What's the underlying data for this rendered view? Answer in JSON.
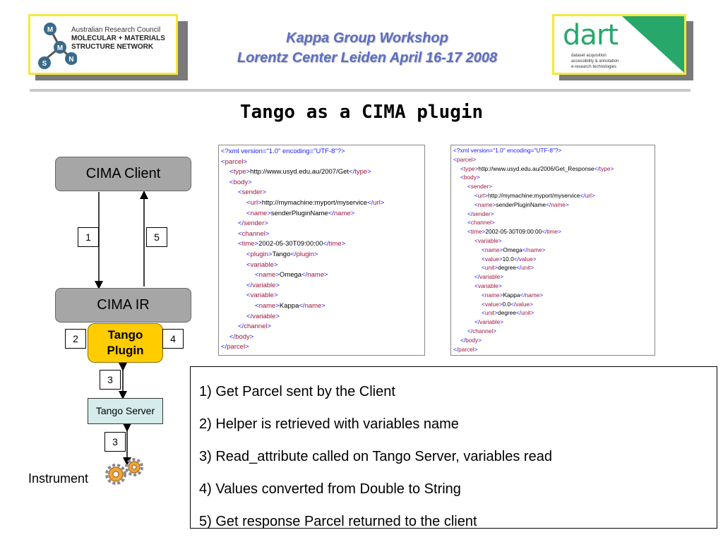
{
  "header": {
    "logo_left": {
      "line1": "Australian Research Council",
      "line2": "MOLECULAR + MATERIALS",
      "line3": "STRUCTURE NETWORK",
      "badge_letters": [
        "M",
        "M",
        "S",
        "N"
      ]
    },
    "title_line1": "Kappa Group Workshop",
    "title_line2": "Lorentz Center Leiden April 16-17 2008",
    "logo_right": {
      "word": "dart",
      "line1": "dataset acquisition",
      "line2": "accessibility & annotation",
      "line3": "e-research technologies"
    }
  },
  "slide_title": "Tango as a CIMA plugin",
  "diagram": {
    "client": "CIMA Client",
    "ir": "CIMA IR",
    "plugin_line1": "Tango",
    "plugin_line2": "Plugin",
    "server": "Tango Server",
    "instrument": "Instrument",
    "labels": {
      "n1": "1",
      "n5": "5",
      "n2": "2",
      "n4": "4",
      "n3a": "3",
      "n3b": "3"
    }
  },
  "xml_left": [
    {
      "indent": 0,
      "parts": [
        {
          "c": "b",
          "s": "<?xml version=\"1.0\" encoding=\"UTF-8\"?>"
        }
      ]
    },
    {
      "indent": 0,
      "parts": [
        {
          "c": "b",
          "s": "<"
        },
        {
          "c": "t",
          "s": "parcel"
        },
        {
          "c": "b",
          "s": ">"
        }
      ]
    },
    {
      "indent": 1,
      "parts": [
        {
          "c": "b",
          "s": "<"
        },
        {
          "c": "t",
          "s": "type"
        },
        {
          "c": "b",
          "s": ">"
        },
        {
          "c": "k",
          "s": "http://www.usyd.edu.au/2007/Get"
        },
        {
          "c": "b",
          "s": "</"
        },
        {
          "c": "t",
          "s": "type"
        },
        {
          "c": "b",
          "s": ">"
        }
      ]
    },
    {
      "indent": 1,
      "parts": [
        {
          "c": "b",
          "s": "<"
        },
        {
          "c": "t",
          "s": "body"
        },
        {
          "c": "b",
          "s": ">"
        }
      ]
    },
    {
      "indent": 2,
      "parts": [
        {
          "c": "b",
          "s": "<"
        },
        {
          "c": "t",
          "s": "sender"
        },
        {
          "c": "b",
          "s": ">"
        }
      ]
    },
    {
      "indent": 3,
      "parts": [
        {
          "c": "b",
          "s": "<"
        },
        {
          "c": "t",
          "s": "url"
        },
        {
          "c": "b",
          "s": ">"
        },
        {
          "c": "k",
          "s": "http://mymachine:myport/myservice"
        },
        {
          "c": "b",
          "s": "</"
        },
        {
          "c": "t",
          "s": "url"
        },
        {
          "c": "b",
          "s": ">"
        }
      ]
    },
    {
      "indent": 3,
      "parts": [
        {
          "c": "b",
          "s": "<"
        },
        {
          "c": "t",
          "s": "name"
        },
        {
          "c": "b",
          "s": ">"
        },
        {
          "c": "k",
          "s": "senderPluginName"
        },
        {
          "c": "b",
          "s": "</"
        },
        {
          "c": "t",
          "s": "name"
        },
        {
          "c": "b",
          "s": ">"
        }
      ]
    },
    {
      "indent": 2,
      "parts": [
        {
          "c": "b",
          "s": "</"
        },
        {
          "c": "t",
          "s": "sender"
        },
        {
          "c": "b",
          "s": ">"
        }
      ]
    },
    {
      "indent": 2,
      "parts": [
        {
          "c": "b",
          "s": "<"
        },
        {
          "c": "t",
          "s": "channel"
        },
        {
          "c": "b",
          "s": ">"
        }
      ]
    },
    {
      "indent": 2,
      "parts": [
        {
          "c": "b",
          "s": "<"
        },
        {
          "c": "t",
          "s": "time"
        },
        {
          "c": "b",
          "s": ">"
        },
        {
          "c": "k",
          "s": "2002-05-30T09:00:00"
        },
        {
          "c": "b",
          "s": "</"
        },
        {
          "c": "t",
          "s": "time"
        },
        {
          "c": "b",
          "s": ">"
        }
      ]
    },
    {
      "indent": 3,
      "parts": [
        {
          "c": "b",
          "s": "<"
        },
        {
          "c": "t",
          "s": "plugin"
        },
        {
          "c": "b",
          "s": ">"
        },
        {
          "c": "k",
          "s": "Tango"
        },
        {
          "c": "b",
          "s": "</"
        },
        {
          "c": "t",
          "s": "plugin"
        },
        {
          "c": "b",
          "s": ">"
        }
      ]
    },
    {
      "indent": 3,
      "parts": [
        {
          "c": "b",
          "s": "<"
        },
        {
          "c": "t",
          "s": "variable"
        },
        {
          "c": "b",
          "s": ">"
        }
      ]
    },
    {
      "indent": 4,
      "parts": [
        {
          "c": "b",
          "s": "<"
        },
        {
          "c": "t",
          "s": "name"
        },
        {
          "c": "b",
          "s": ">"
        },
        {
          "c": "k",
          "s": "Omega"
        },
        {
          "c": "b",
          "s": "</"
        },
        {
          "c": "t",
          "s": "name"
        },
        {
          "c": "b",
          "s": ">"
        }
      ]
    },
    {
      "indent": 3,
      "parts": [
        {
          "c": "b",
          "s": "</"
        },
        {
          "c": "t",
          "s": "variable"
        },
        {
          "c": "b",
          "s": ">"
        }
      ]
    },
    {
      "indent": 3,
      "parts": [
        {
          "c": "b",
          "s": "<"
        },
        {
          "c": "t",
          "s": "variable"
        },
        {
          "c": "b",
          "s": ">"
        }
      ]
    },
    {
      "indent": 4,
      "parts": [
        {
          "c": "b",
          "s": "<"
        },
        {
          "c": "t",
          "s": "name"
        },
        {
          "c": "b",
          "s": ">"
        },
        {
          "c": "k",
          "s": "Kappa"
        },
        {
          "c": "b",
          "s": "</"
        },
        {
          "c": "t",
          "s": "name"
        },
        {
          "c": "b",
          "s": ">"
        }
      ]
    },
    {
      "indent": 3,
      "parts": [
        {
          "c": "b",
          "s": "</"
        },
        {
          "c": "t",
          "s": "variable"
        },
        {
          "c": "b",
          "s": ">"
        }
      ]
    },
    {
      "indent": 2,
      "parts": [
        {
          "c": "b",
          "s": "</"
        },
        {
          "c": "t",
          "s": "channel"
        },
        {
          "c": "b",
          "s": ">"
        }
      ]
    },
    {
      "indent": 1,
      "parts": [
        {
          "c": "b",
          "s": "</"
        },
        {
          "c": "t",
          "s": "body"
        },
        {
          "c": "b",
          "s": ">"
        }
      ]
    },
    {
      "indent": 0,
      "parts": [
        {
          "c": "b",
          "s": "</"
        },
        {
          "c": "t",
          "s": "parcel"
        },
        {
          "c": "b",
          "s": ">"
        }
      ]
    }
  ],
  "xml_right": [
    {
      "indent": 0,
      "parts": [
        {
          "c": "b",
          "s": "<?xml version=\"1.0\" encoding=\"UTF-8\"?>"
        }
      ]
    },
    {
      "indent": 0,
      "parts": [
        {
          "c": "b",
          "s": "<"
        },
        {
          "c": "t",
          "s": "parcel"
        },
        {
          "c": "b",
          "s": ">"
        }
      ]
    },
    {
      "indent": 1,
      "parts": [
        {
          "c": "b",
          "s": "<"
        },
        {
          "c": "t",
          "s": "type"
        },
        {
          "c": "b",
          "s": ">"
        },
        {
          "c": "k",
          "s": "http://www.usyd.edu.au/2006/Get_Response"
        },
        {
          "c": "b",
          "s": "</"
        },
        {
          "c": "t",
          "s": "type"
        },
        {
          "c": "b",
          "s": ">"
        }
      ]
    },
    {
      "indent": 1,
      "parts": [
        {
          "c": "b",
          "s": "<"
        },
        {
          "c": "t",
          "s": "body"
        },
        {
          "c": "b",
          "s": ">"
        }
      ]
    },
    {
      "indent": 2,
      "parts": [
        {
          "c": "b",
          "s": "<"
        },
        {
          "c": "t",
          "s": "sender"
        },
        {
          "c": "b",
          "s": ">"
        }
      ]
    },
    {
      "indent": 3,
      "parts": [
        {
          "c": "b",
          "s": "<"
        },
        {
          "c": "t",
          "s": "url"
        },
        {
          "c": "b",
          "s": ">"
        },
        {
          "c": "k",
          "s": "http://mymachine:myport/myservice"
        },
        {
          "c": "b",
          "s": "</"
        },
        {
          "c": "t",
          "s": "url"
        },
        {
          "c": "b",
          "s": ">"
        }
      ]
    },
    {
      "indent": 3,
      "parts": [
        {
          "c": "b",
          "s": "<"
        },
        {
          "c": "t",
          "s": "name"
        },
        {
          "c": "b",
          "s": ">"
        },
        {
          "c": "k",
          "s": "senderPluginName"
        },
        {
          "c": "b",
          "s": "</"
        },
        {
          "c": "t",
          "s": "name"
        },
        {
          "c": "b",
          "s": ">"
        }
      ]
    },
    {
      "indent": 2,
      "parts": [
        {
          "c": "b",
          "s": "</"
        },
        {
          "c": "t",
          "s": "sender"
        },
        {
          "c": "b",
          "s": ">"
        }
      ]
    },
    {
      "indent": 2,
      "parts": [
        {
          "c": "b",
          "s": "<"
        },
        {
          "c": "t",
          "s": "channel"
        },
        {
          "c": "b",
          "s": ">"
        }
      ]
    },
    {
      "indent": 2,
      "parts": [
        {
          "c": "b",
          "s": "<"
        },
        {
          "c": "t",
          "s": "time"
        },
        {
          "c": "b",
          "s": ">"
        },
        {
          "c": "k",
          "s": "2002-05-30T09:00:00"
        },
        {
          "c": "b",
          "s": "</"
        },
        {
          "c": "t",
          "s": "time"
        },
        {
          "c": "b",
          "s": ">"
        }
      ]
    },
    {
      "indent": 3,
      "parts": [
        {
          "c": "b",
          "s": "<"
        },
        {
          "c": "t",
          "s": "variable"
        },
        {
          "c": "b",
          "s": ">"
        }
      ]
    },
    {
      "indent": 4,
      "parts": [
        {
          "c": "b",
          "s": "<"
        },
        {
          "c": "t",
          "s": "name"
        },
        {
          "c": "b",
          "s": ">"
        },
        {
          "c": "k",
          "s": "Omega"
        },
        {
          "c": "b",
          "s": "</"
        },
        {
          "c": "t",
          "s": "name"
        },
        {
          "c": "b",
          "s": ">"
        }
      ]
    },
    {
      "indent": 4,
      "parts": [
        {
          "c": "b",
          "s": "<"
        },
        {
          "c": "t",
          "s": "value"
        },
        {
          "c": "b",
          "s": ">"
        },
        {
          "c": "k",
          "s": "10.0"
        },
        {
          "c": "b",
          "s": "</"
        },
        {
          "c": "t",
          "s": "value"
        },
        {
          "c": "b",
          "s": ">"
        }
      ]
    },
    {
      "indent": 4,
      "parts": [
        {
          "c": "b",
          "s": "<"
        },
        {
          "c": "t",
          "s": "unit"
        },
        {
          "c": "b",
          "s": ">"
        },
        {
          "c": "k",
          "s": "degree"
        },
        {
          "c": "b",
          "s": "</"
        },
        {
          "c": "t",
          "s": "unit"
        },
        {
          "c": "b",
          "s": ">"
        }
      ]
    },
    {
      "indent": 3,
      "parts": [
        {
          "c": "b",
          "s": "</"
        },
        {
          "c": "t",
          "s": "variable"
        },
        {
          "c": "b",
          "s": ">"
        }
      ]
    },
    {
      "indent": 3,
      "parts": [
        {
          "c": "b",
          "s": "<"
        },
        {
          "c": "t",
          "s": "variable"
        },
        {
          "c": "b",
          "s": ">"
        }
      ]
    },
    {
      "indent": 4,
      "parts": [
        {
          "c": "b",
          "s": "<"
        },
        {
          "c": "t",
          "s": "name"
        },
        {
          "c": "b",
          "s": ">"
        },
        {
          "c": "k",
          "s": "Kappa"
        },
        {
          "c": "b",
          "s": "</"
        },
        {
          "c": "t",
          "s": "name"
        },
        {
          "c": "b",
          "s": ">"
        }
      ]
    },
    {
      "indent": 4,
      "parts": [
        {
          "c": "b",
          "s": "<"
        },
        {
          "c": "t",
          "s": "value"
        },
        {
          "c": "b",
          "s": ">"
        },
        {
          "c": "k",
          "s": "0.0"
        },
        {
          "c": "b",
          "s": "</"
        },
        {
          "c": "t",
          "s": "value"
        },
        {
          "c": "b",
          "s": ">"
        }
      ]
    },
    {
      "indent": 4,
      "parts": [
        {
          "c": "b",
          "s": "<"
        },
        {
          "c": "t",
          "s": "unit"
        },
        {
          "c": "b",
          "s": ">"
        },
        {
          "c": "k",
          "s": "degree"
        },
        {
          "c": "b",
          "s": "</"
        },
        {
          "c": "t",
          "s": "unit"
        },
        {
          "c": "b",
          "s": ">"
        }
      ]
    },
    {
      "indent": 3,
      "parts": [
        {
          "c": "b",
          "s": "</"
        },
        {
          "c": "t",
          "s": "variable"
        },
        {
          "c": "b",
          "s": ">"
        }
      ]
    },
    {
      "indent": 2,
      "parts": [
        {
          "c": "b",
          "s": "</"
        },
        {
          "c": "t",
          "s": "channel"
        },
        {
          "c": "b",
          "s": ">"
        }
      ]
    },
    {
      "indent": 1,
      "parts": [
        {
          "c": "b",
          "s": "</"
        },
        {
          "c": "t",
          "s": "body"
        },
        {
          "c": "b",
          "s": ">"
        }
      ]
    },
    {
      "indent": 0,
      "parts": [
        {
          "c": "b",
          "s": "</"
        },
        {
          "c": "t",
          "s": "parcel"
        },
        {
          "c": "b",
          "s": ">"
        }
      ]
    }
  ],
  "steps": [
    "1) Get Parcel sent by the Client",
    "2) Helper is retrieved with variables name",
    "3) Read_attribute called on Tango Server, variables read",
    "4) Values converted from Double to String",
    "5) Get response Parcel returned to the client"
  ],
  "colors": {
    "title_blue": "#5d6ec4",
    "logo_border": "#f5e83a",
    "plugin_yellow": "#ffcc00",
    "pill_gray": "#a6a6a6",
    "server_fill": "#d6ecec",
    "dart_green": "#27a86a",
    "xml_tag": "#a0153e",
    "xml_bracket": "#1a1aff"
  }
}
